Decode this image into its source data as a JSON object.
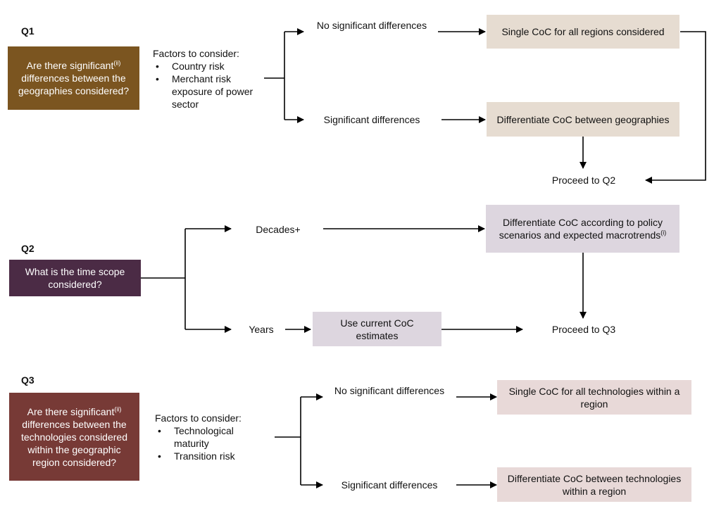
{
  "q1": {
    "tag": "Q1",
    "question": "Are there significant",
    "question_sup": "(ii)",
    "question_rest": "differences between the geographies considered?",
    "factors_title": "Factors to consider:",
    "factors": [
      "Country risk",
      "Merchant risk exposure of power sector"
    ],
    "branch_top": "No significant differences",
    "branch_bottom": "Significant differences",
    "result_top": "Single CoC for all regions considered",
    "result_bottom": "Differentiate CoC between geographies",
    "proceed": "Proceed to Q2"
  },
  "q2": {
    "tag": "Q2",
    "question": "What is the time scope considered?",
    "branch_top": "Decades+",
    "branch_bottom": "Years",
    "result_top": "Differentiate CoC according to policy scenarios and expected macrotrends",
    "result_top_sup": "(i)",
    "result_bottom": "Use current CoC estimates",
    "proceed": "Proceed to Q3"
  },
  "q3": {
    "tag": "Q3",
    "question": "Are there significant",
    "question_sup": "(ii)",
    "question_rest": "differences between the technologies considered within the geographic region considered?",
    "factors_title": "Factors to consider:",
    "factors": [
      "Technological maturity",
      "Transition risk"
    ],
    "branch_top": "No significant differences",
    "branch_bottom": "Significant differences",
    "result_top": "Single CoC for all technologies within a region",
    "result_bottom": "Differentiate CoC between technologies within a region"
  },
  "colors": {
    "q1": "#7b5520",
    "q2": "#4b2b45",
    "q3": "#773a36",
    "q1_result": "#e6dcd1",
    "q2_result": "#ddd6df",
    "q3_result": "#e8d9d8"
  }
}
